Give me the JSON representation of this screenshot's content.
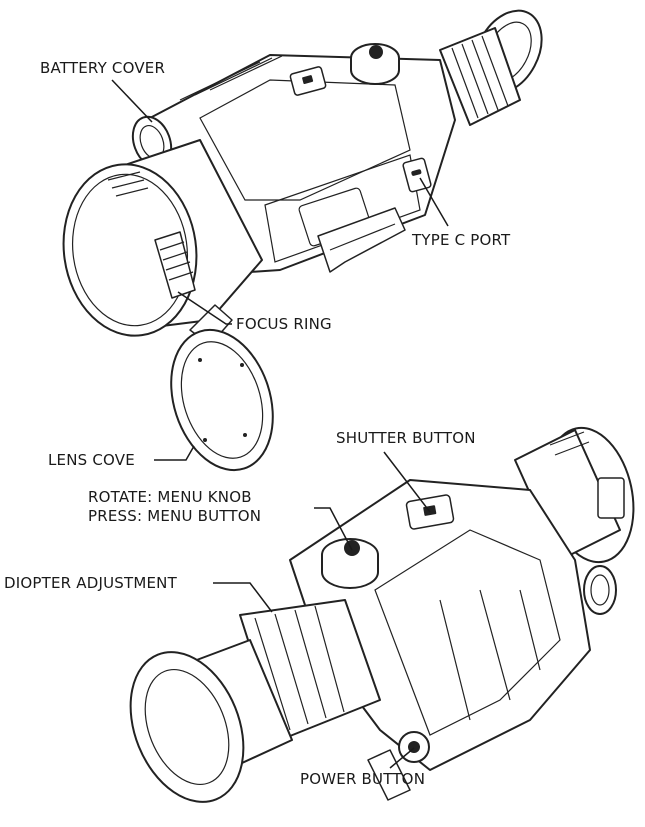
{
  "labels": {
    "battery_cover": "BATTERY COVER",
    "type_c_port": "TYPE C PORT",
    "focus_ring": "FOCUS RING",
    "lens_cove": "LENS COVE",
    "shutter_button": "SHUTTER BUTTON",
    "menu_knob_line1": "ROTATE: MENU KNOB",
    "menu_knob_line2": "PRESS: MENU BUTTON",
    "diopter_adjustment": "DIOPTER ADJUSTMENT",
    "power_button": "POWER BUTTON"
  },
  "colors": {
    "line": "#1a1a1a",
    "background": "#ffffff"
  }
}
